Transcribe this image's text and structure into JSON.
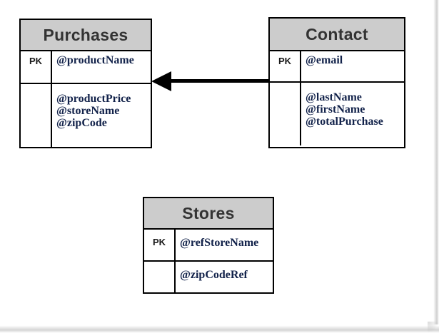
{
  "diagram": {
    "type": "er-diagram",
    "background_color": "#ffffff",
    "header_fill": "#cccccc",
    "border_color": "#000000",
    "attribute_text_color": "#12224a",
    "title_text_color": "#333333",
    "entities": [
      {
        "id": "purchases",
        "title": "Purchases",
        "key_label": "PK",
        "key_attribute": "@productName",
        "attributes": [
          "@productPrice",
          "@storeName",
          "@zipCode"
        ]
      },
      {
        "id": "contact",
        "title": "Contact",
        "key_label": "PK",
        "key_attribute": "@email",
        "attributes": [
          "@lastName",
          "@firstName",
          "@totalPurchase"
        ]
      },
      {
        "id": "stores",
        "title": "Stores",
        "key_label": "PK",
        "key_attribute": "@refStoreName",
        "attributes": [
          "@zipCodeRef"
        ]
      }
    ],
    "relationships": [
      {
        "id": "contact-to-purchases",
        "from": "contact",
        "to": "purchases",
        "direction": "left",
        "style": "solid-filled-arrow"
      }
    ]
  }
}
